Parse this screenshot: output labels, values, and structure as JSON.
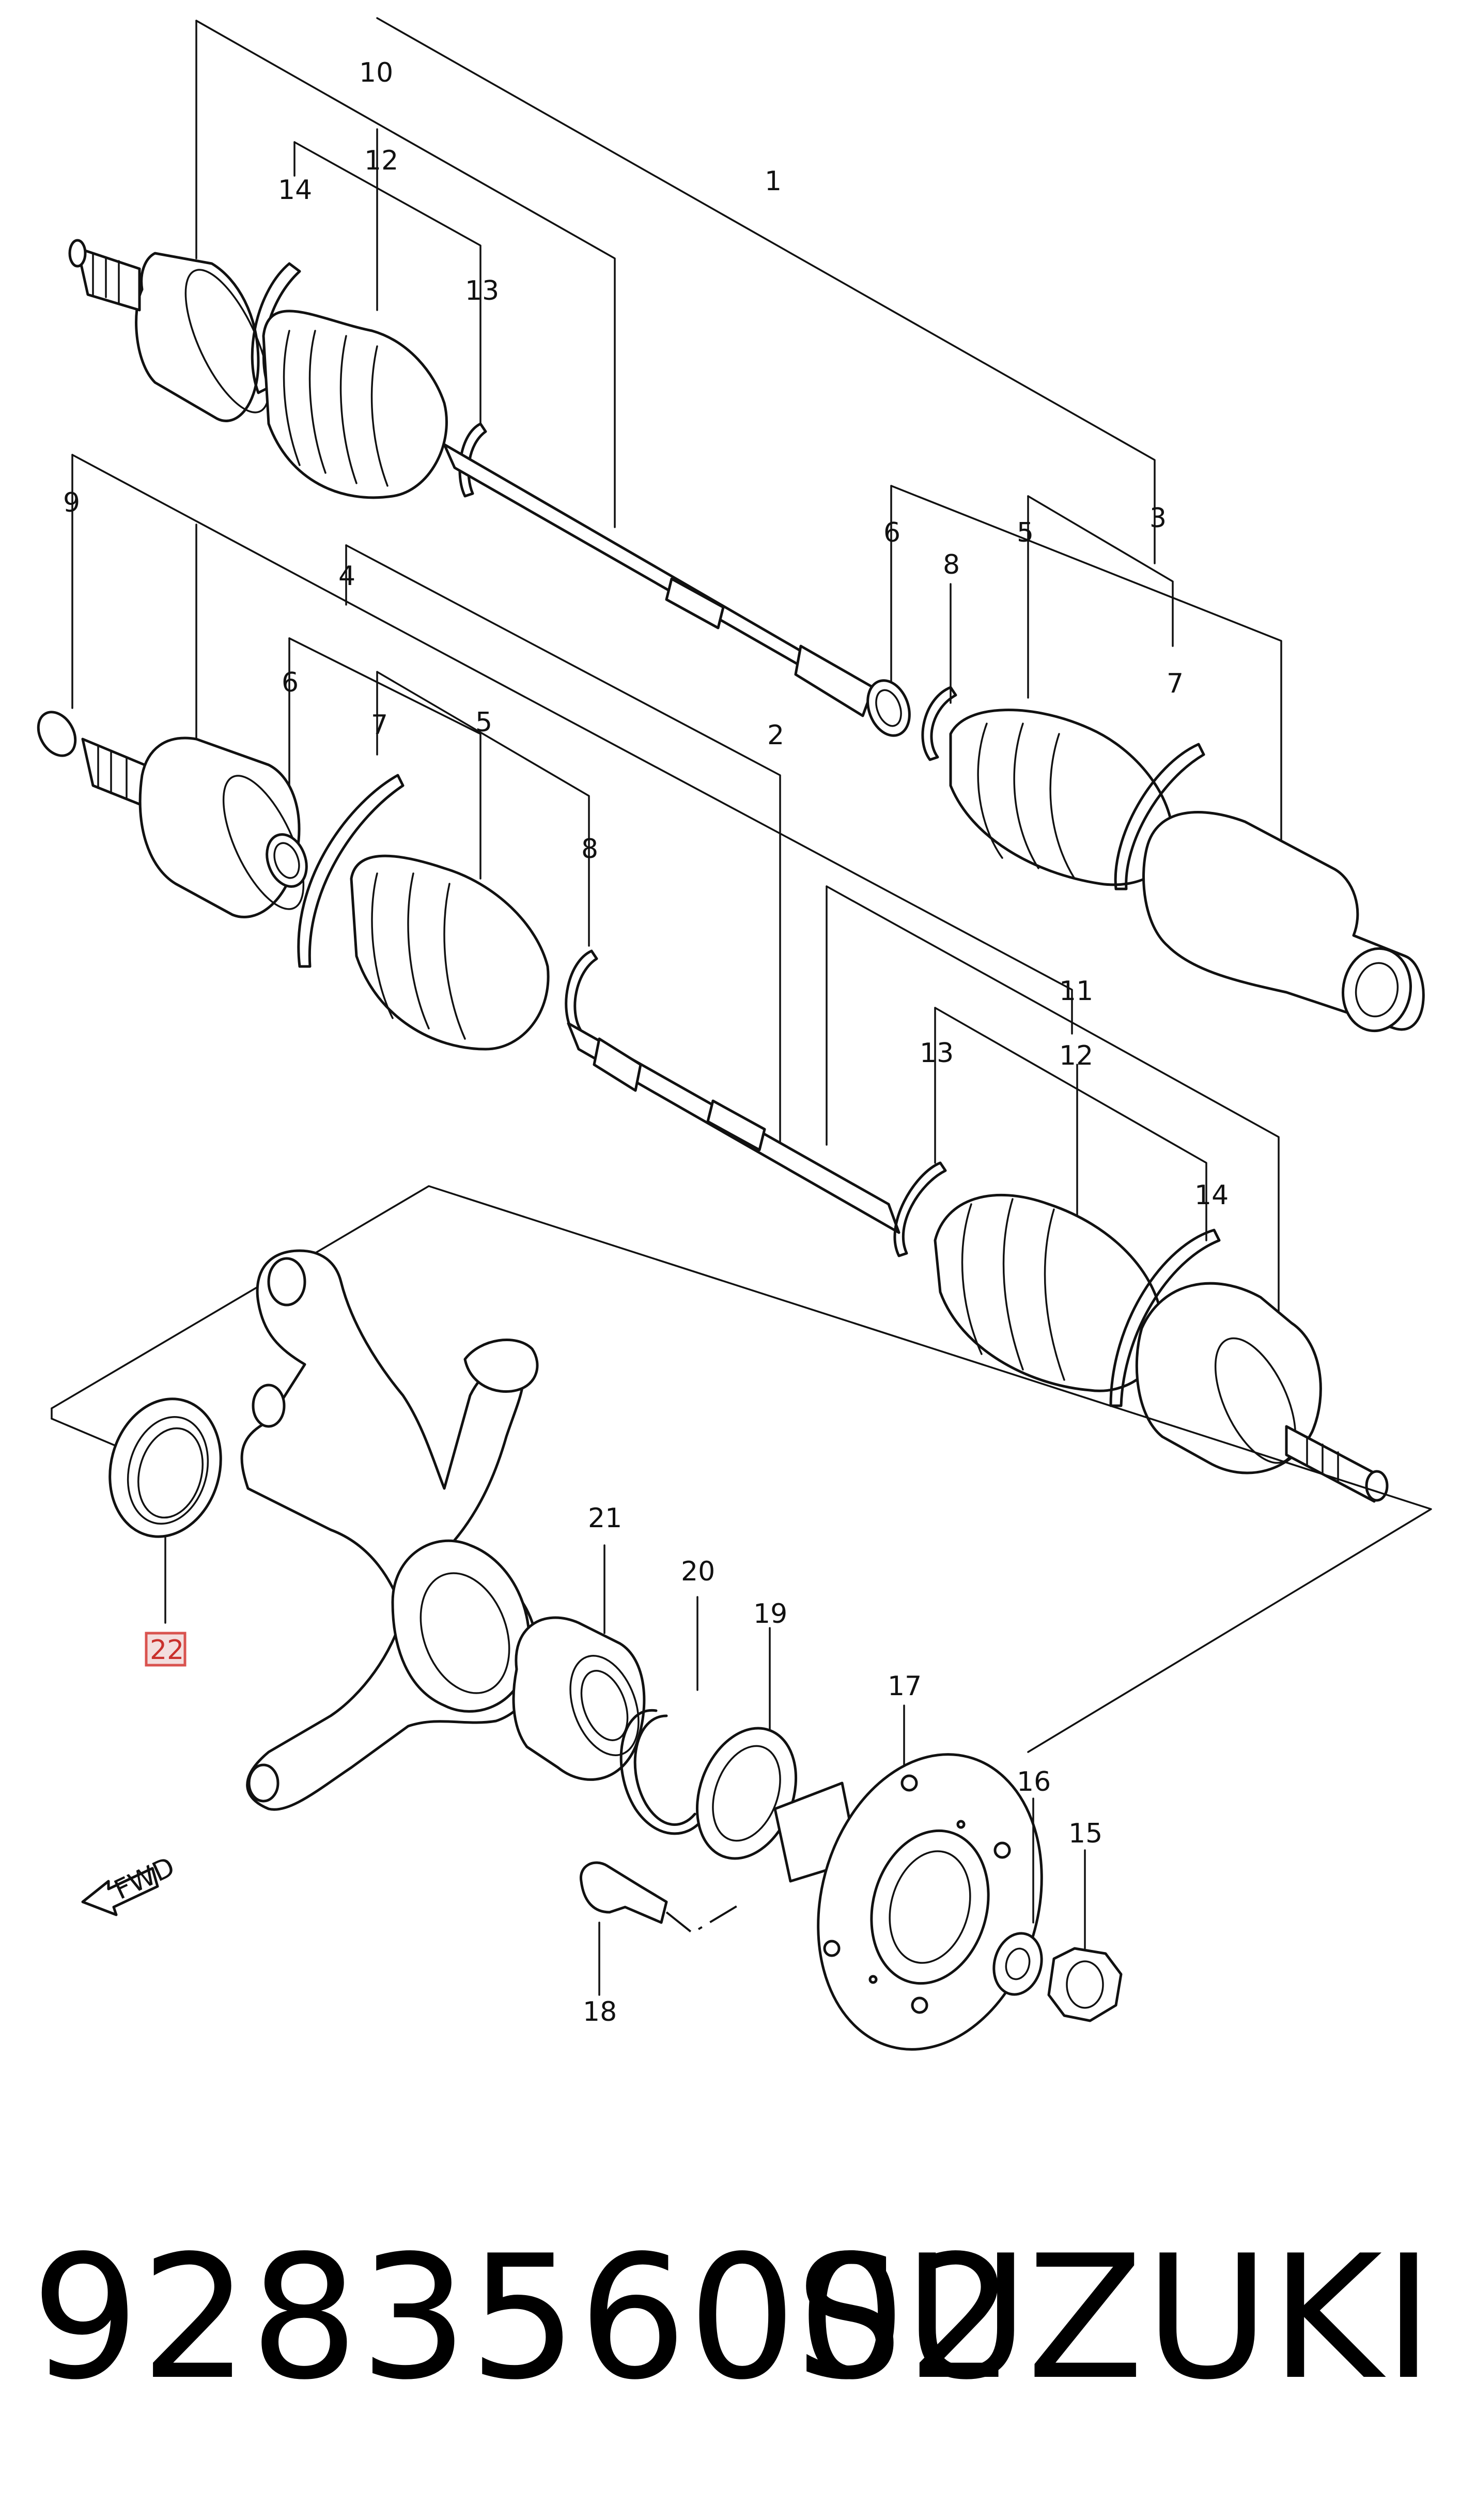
{
  "diagram": {
    "callouts": [
      {
        "id": "1",
        "text": "1"
      },
      {
        "id": "2",
        "text": "2"
      },
      {
        "id": "3",
        "text": "3"
      },
      {
        "id": "4",
        "text": "4"
      },
      {
        "id": "5a",
        "text": "5"
      },
      {
        "id": "5b",
        "text": "5"
      },
      {
        "id": "6a",
        "text": "6"
      },
      {
        "id": "6b",
        "text": "6"
      },
      {
        "id": "7a",
        "text": "7"
      },
      {
        "id": "7b",
        "text": "7"
      },
      {
        "id": "8a",
        "text": "8"
      },
      {
        "id": "8b",
        "text": "8"
      },
      {
        "id": "9",
        "text": "9"
      },
      {
        "id": "10",
        "text": "10"
      },
      {
        "id": "11",
        "text": "11"
      },
      {
        "id": "12a",
        "text": "12"
      },
      {
        "id": "12b",
        "text": "12"
      },
      {
        "id": "13a",
        "text": "13"
      },
      {
        "id": "13b",
        "text": "13"
      },
      {
        "id": "14a",
        "text": "14"
      },
      {
        "id": "14b",
        "text": "14"
      },
      {
        "id": "15",
        "text": "15"
      },
      {
        "id": "16",
        "text": "16"
      },
      {
        "id": "17",
        "text": "17"
      },
      {
        "id": "18",
        "text": "18"
      },
      {
        "id": "19",
        "text": "19"
      },
      {
        "id": "20",
        "text": "20"
      },
      {
        "id": "21",
        "text": "21"
      },
      {
        "id": "22",
        "text": "22",
        "highlighted": true
      }
    ],
    "fwd_label": "FWD",
    "highlight_color": "#d9534f"
  },
  "footer": {
    "part_number": "928356002",
    "brand": "SUZUKI"
  }
}
